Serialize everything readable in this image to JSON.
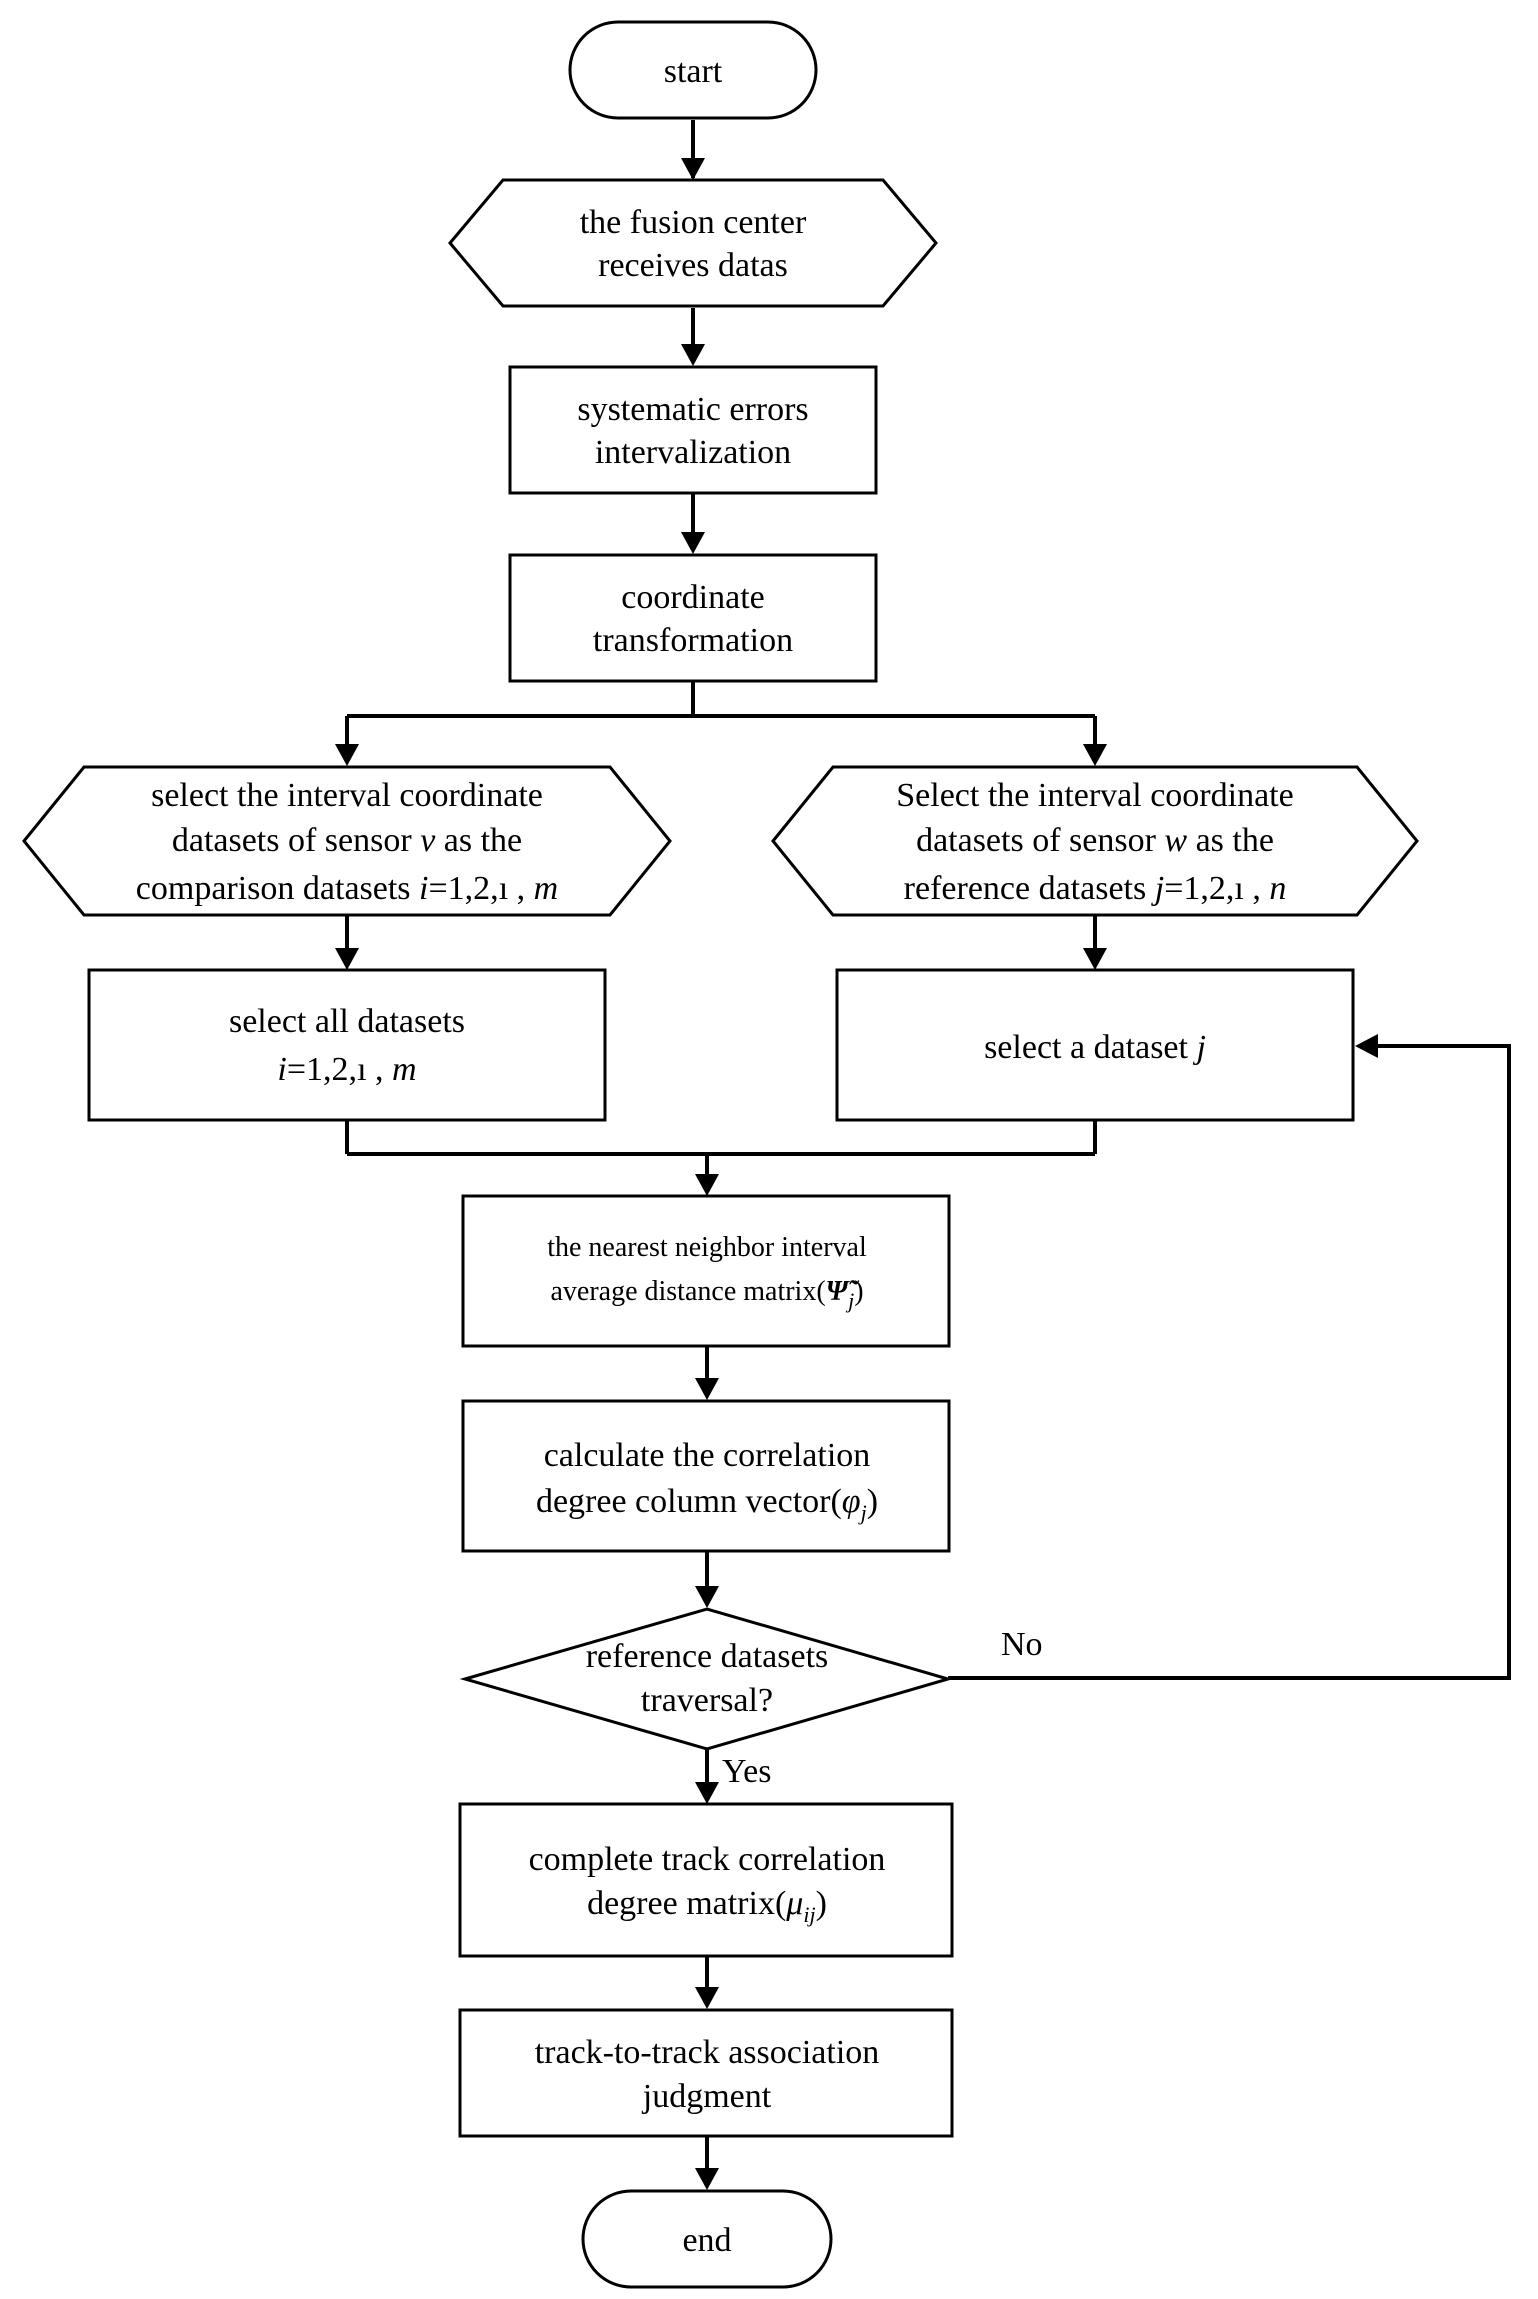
{
  "nodes": {
    "start": {
      "label": "start"
    },
    "receive": {
      "line1": "the fusion center",
      "line2": "receives datas"
    },
    "interval": {
      "line1": "systematic errors",
      "line2": "intervalization"
    },
    "transform": {
      "line1": "coordinate",
      "line2": "transformation"
    },
    "select_v": {
      "line1": "select the interval coordinate",
      "line2_a": "datasets of sensor ",
      "line2_var": "v",
      "line2_b": " as the",
      "line3_a": "comparison datasets ",
      "line3_var": "i",
      "line3_b": "=1,2,",
      "line3_dots": "ı",
      "line3_c": "  ,  ",
      "line3_end": "m"
    },
    "select_w": {
      "line1": "Select the interval coordinate",
      "line2_a": "datasets of sensor ",
      "line2_var": "w",
      "line2_b": " as the",
      "line3_a": "reference datasets ",
      "line3_var": "j",
      "line3_b": "=1,2,",
      "line3_dots": "ı",
      "line3_c": "  ,  ",
      "line3_end": "n"
    },
    "select_all": {
      "line1": "select all datasets",
      "line2_var": "i",
      "line2_b": "=1,2,",
      "line2_dots": "ı",
      "line2_c": "  ,  ",
      "line2_end": "m"
    },
    "select_one": {
      "label_a": "select a dataset ",
      "label_var": "j"
    },
    "nearest": {
      "line1": "the nearest neighbor interval",
      "line2_a": "average distance matrix(",
      "line2_sym": "Ψ̃",
      "line2_sub": "j",
      "line2_b": ")"
    },
    "calc": {
      "line1": "calculate the correlation",
      "line2_a": "degree column vector(",
      "line2_sym": "φ",
      "line2_sub": "j",
      "line2_b": ")"
    },
    "decision": {
      "line1": "reference datasets",
      "line2": "traversal?"
    },
    "complete": {
      "line1": "complete track correlation",
      "line2_a": "degree matrix(",
      "line2_sym": "μ",
      "line2_sub": "ij",
      "line2_b": ")"
    },
    "judgment": {
      "line1": "track-to-track association",
      "line2": "judgment"
    },
    "end": {
      "label": "end"
    }
  },
  "edges": {
    "no_label": "No",
    "yes_label": "Yes"
  },
  "colors": {
    "stroke": "#000000",
    "fill": "#ffffff",
    "text": "#000000"
  }
}
